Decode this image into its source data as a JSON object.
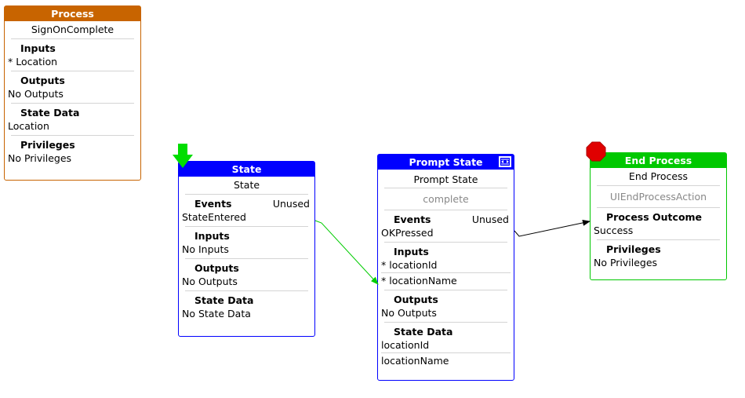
{
  "colors": {
    "process_header": "#c86400",
    "state_header": "#0000ff",
    "prompt_header": "#0000ff",
    "end_header": "#00c800",
    "start_arrow": "#00dd00",
    "stop_octagon": "#e00000",
    "edge_green": "#00cc00",
    "edge_black": "#000000"
  },
  "process_node": {
    "header": "Process",
    "subtitle": "SignOnComplete",
    "inputs_title": "Inputs",
    "inputs_item": "* Location",
    "outputs_title": "Outputs",
    "outputs_item": "No Outputs",
    "state_data_title": "State Data",
    "state_data_item": "Location",
    "privileges_title": "Privileges",
    "privileges_item": "No Privileges"
  },
  "state_node": {
    "header": "State",
    "subtitle": "State",
    "events_title": "Events",
    "events_status": "Unused",
    "events_item": "StateEntered",
    "inputs_title": "Inputs",
    "inputs_item": "No Inputs",
    "outputs_title": "Outputs",
    "outputs_item": "No Outputs",
    "state_data_title": "State Data",
    "state_data_item": "No State Data"
  },
  "prompt_node": {
    "header": "Prompt State",
    "subtitle": "Prompt State",
    "subtitle2": "complete",
    "events_title": "Events",
    "events_status": "Unused",
    "events_item": "OKPressed",
    "inputs_title": "Inputs",
    "inputs_items": [
      "* locationId",
      "* locationName"
    ],
    "outputs_title": "Outputs",
    "outputs_item": "No Outputs",
    "state_data_title": "State Data",
    "state_data_items": [
      "locationId",
      "locationName"
    ]
  },
  "end_node": {
    "header": "End Process",
    "subtitle": "End Process",
    "subtitle2": "UIEndProcessAction",
    "outcome_title": "Process Outcome",
    "outcome_item": "Success",
    "privileges_title": "Privileges",
    "privileges_item": "No Privileges"
  }
}
